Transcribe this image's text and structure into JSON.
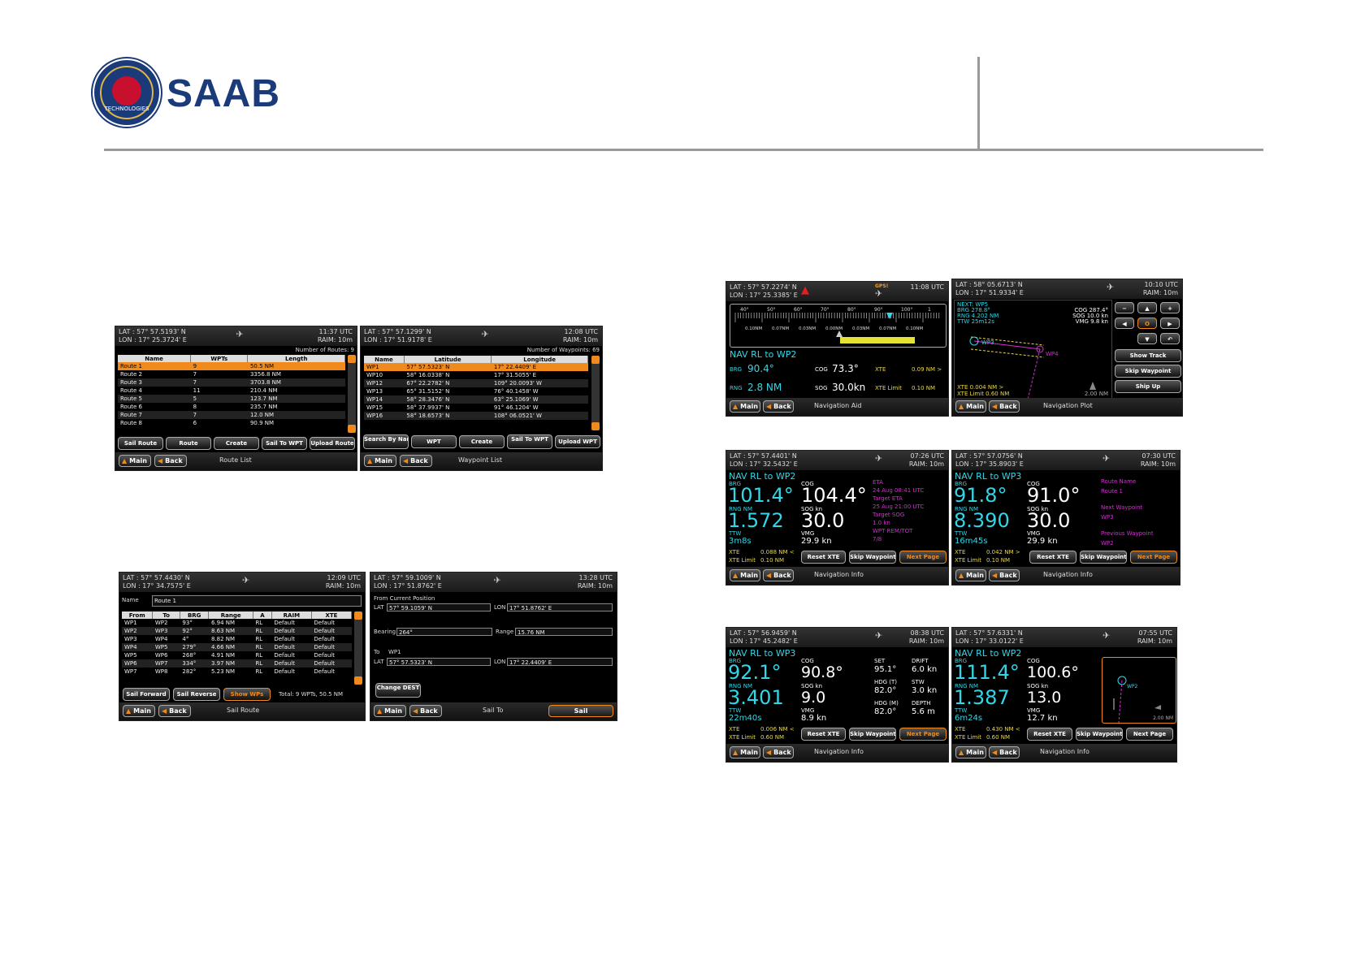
{
  "header": {
    "brand": "SAAB",
    "logo_text": "TECHNOLOGIES"
  },
  "screens": {
    "route_list": {
      "lat": "LAT : 57° 57.5193' N",
      "lon": "LON : 17° 25.3724' E",
      "time": "11:37 UTC",
      "raim": "RAIM: 10m",
      "count": "Number of Routes: 9",
      "columns": [
        "Name",
        "WPTs",
        "Length"
      ],
      "rows": [
        [
          "Route 1",
          "9",
          "50.5 NM"
        ],
        [
          "Route 2",
          "7",
          "3356.8 NM"
        ],
        [
          "Route 3",
          "7",
          "3703.8 NM"
        ],
        [
          "Route 4",
          "11",
          "210.4 NM"
        ],
        [
          "Route 5",
          "5",
          "123.7 NM"
        ],
        [
          "Route 6",
          "8",
          "235.7 NM"
        ],
        [
          "Route 7",
          "7",
          "12.0 NM"
        ],
        [
          "Route 8",
          "6",
          "90.9 NM"
        ]
      ],
      "buttons": [
        "Sail Route",
        "Route",
        "Create",
        "Sail To WPT",
        "Upload Route"
      ],
      "main": "Main",
      "back": "Back",
      "title": "Route List"
    },
    "waypoint_list": {
      "lat": "LAT : 57° 57.1299' N",
      "lon": "LON : 17° 51.9178' E",
      "time": "12:08 UTC",
      "raim": "RAIM: 10m",
      "count": "Number of Waypoints: 69",
      "columns": [
        "Name",
        "Latitude",
        "Longitude"
      ],
      "rows": [
        [
          "WP1",
          "57° 57.5323' N",
          "17° 22.4409' E"
        ],
        [
          "WP10",
          "58° 16.0338' N",
          "17° 31.5055' E"
        ],
        [
          "WP12",
          "67° 22.2782' N",
          "109° 20.0093' W"
        ],
        [
          "WP13",
          "65° 31.5152' N",
          "76° 40.1458' W"
        ],
        [
          "WP14",
          "58° 28.3476' N",
          "63° 25.1069' W"
        ],
        [
          "WP15",
          "58° 37.9937' N",
          "91° 46.1204' W"
        ],
        [
          "WP16",
          "58° 18.6573' N",
          "108° 06.0521' W"
        ]
      ],
      "buttons": [
        "Search By Name",
        "WPT",
        "Create",
        "Sail To WPT",
        "Upload WPT"
      ],
      "main": "Main",
      "back": "Back",
      "title": "Waypoint List"
    },
    "sail_route": {
      "lat": "LAT : 57° 57.4430' N",
      "lon": "LON : 17° 34.7575' E",
      "time": "12:09 UTC",
      "raim": "RAIM: 10m",
      "name_label": "Name",
      "name_value": "Route 1",
      "columns": [
        "From",
        "To",
        "BRG",
        "Range",
        "A",
        "RAIM",
        "XTE"
      ],
      "rows": [
        [
          "WP1",
          "WP2",
          "93°",
          "6.94 NM",
          "RL",
          "Default",
          "Default"
        ],
        [
          "WP2",
          "WP3",
          "92°",
          "8.63 NM",
          "RL",
          "Default",
          "Default"
        ],
        [
          "WP3",
          "WP4",
          "4°",
          "8.82 NM",
          "RL",
          "Default",
          "Default"
        ],
        [
          "WP4",
          "WP5",
          "279°",
          "4.66 NM",
          "RL",
          "Default",
          "Default"
        ],
        [
          "WP5",
          "WP6",
          "268°",
          "4.91 NM",
          "RL",
          "Default",
          "Default"
        ],
        [
          "WP6",
          "WP7",
          "334°",
          "3.97 NM",
          "RL",
          "Default",
          "Default"
        ],
        [
          "WP7",
          "WP8",
          "282°",
          "5.23 NM",
          "RL",
          "Default",
          "Default"
        ]
      ],
      "buttons": [
        "Sail Forward",
        "Sail Reverse",
        "Show WPs"
      ],
      "total": "Total: 9 WPTs, 50.5 NM",
      "main": "Main",
      "back": "Back",
      "title": "Sail Route"
    },
    "sail_to": {
      "lat": "LAT : 57° 59.1009' N",
      "lon": "LON : 17° 51.8762' E",
      "time": "13:28 UTC",
      "raim": "RAIM: 10m",
      "from_label": "From Current Position",
      "from_lat_label": "LAT",
      "from_lat": "57° 59.1059' N",
      "from_lon_label": "LON",
      "from_lon": "17° 51.8762' E",
      "bearing_label": "Bearing",
      "bearing": "264°",
      "range_label": "Range",
      "range": "15.76 NM",
      "to_label": "To",
      "to_wp": "WP1",
      "to_lat_label": "LAT",
      "to_lat": "57° 57.5323' N",
      "to_lon_label": "LON",
      "to_lon": "17° 22.4409' E",
      "change": "Change DEST",
      "main": "Main",
      "back": "Back",
      "title": "Sail To",
      "sail": "Sail"
    },
    "nav_aid": {
      "lat": "LAT : 57° 57.2274' N",
      "lon": "LON : 17° 25.3385' E",
      "time": "11:08 UTC",
      "gps": "GPS!",
      "scale": [
        "40°",
        "50°",
        "60°",
        "70°",
        "80°",
        "90°",
        "100°",
        "1"
      ],
      "xte_scale": [
        "0.10NM",
        "0.07NM",
        "0.03NM",
        "0.00NM",
        "0.03NM",
        "0.07NM",
        "0.10NM"
      ],
      "nav": "NAV RL to WP2",
      "brg_label": "BRG",
      "brg": "90.4°",
      "cog_label": "COG",
      "cog": "73.3°",
      "xte_label": "XTE",
      "xte": "0.09 NM >",
      "rng_label": "RNG",
      "rng": "2.8 NM",
      "sog_label": "SOG",
      "sog": "30.0kn",
      "xtel_label": "XTE Limit",
      "xtel": "0.10 NM",
      "main": "Main",
      "back": "Back",
      "title": "Navigation Aid"
    },
    "nav_plot": {
      "lat": "LAT : 58° 05.6713' N",
      "lon": "LON : 17° 51.9334' E",
      "time": "10:10 UTC",
      "raim": "RAIM: 10m",
      "next": "NEXT: WP5",
      "brg": "BRG 278.8°",
      "rng": "RNG 4.202 NM",
      "ttw": "TTW 25m12s",
      "cog": "COG 287.4°",
      "sog": "SOG 10.0 kn",
      "vmg": "VMG 9.8 kn",
      "wp3": "WP3",
      "wp4": "WP4",
      "xte": "XTE 0.004 NM >",
      "xtel": "XTE Limit 0.60 NM",
      "scale": "2.00 NM",
      "pad_center": "O",
      "buttons": [
        "Show Track",
        "Skip Waypoint",
        "Ship Up"
      ],
      "main": "Main",
      "back": "Back",
      "title": "Navigation Plot"
    },
    "info1": {
      "lat": "LAT : 57° 57.4401' N",
      "lon": "LON : 17° 32.5432' E",
      "time": "07:26 UTC",
      "raim": "RAIM: 10m",
      "nav": "NAV RL to WP2",
      "brg_label": "BRG",
      "brg": "101.4°",
      "cog_label": "COG",
      "cog": "104.4°",
      "rng_label": "RNG NM",
      "rng": "1.572",
      "sog_label": "SOG kn",
      "sog": "30.0",
      "ttw_label": "TTW",
      "ttw": "3m8s",
      "vmg_label": "VMG",
      "vmg": "29.9 kn",
      "right": [
        "ETA",
        "24 Aug 08:41 UTC",
        "Target ETA",
        "25 Aug 21:00 UTC",
        "Target SOG",
        "1.0 kn",
        "WPT REM/TOT",
        "7/8"
      ],
      "xte_label": "XTE",
      "xte": "0.088 NM <",
      "xtel_label": "XTE Limit",
      "xtel": "0.10 NM",
      "buttons": [
        "Reset XTE",
        "Skip Waypoint",
        "Next Page"
      ],
      "main": "Main",
      "back": "Back",
      "title": "Navigation Info"
    },
    "info2": {
      "lat": "LAT : 57° 57.0756' N",
      "lon": "LON : 17° 35.8903' E",
      "time": "07:30 UTC",
      "raim": "RAIM: 10m",
      "nav": "NAV RL to WP3",
      "brg_label": "BRG",
      "brg": "91.8°",
      "cog_label": "COG",
      "cog": "91.0°",
      "rng_label": "RNG NM",
      "rng": "8.390",
      "sog_label": "SOG kn",
      "sog": "30.0",
      "ttw_label": "TTW",
      "ttw": "16m45s",
      "vmg_label": "VMG",
      "vmg": "29.9 kn",
      "right": [
        "Route Name",
        "Route 1",
        "Next Waypoint",
        "WP3",
        "Previous Waypoint",
        "WP2"
      ],
      "xte_label": "XTE",
      "xte": "0.042 NM >",
      "xtel_label": "XTE Limit",
      "xtel": "0.10 NM",
      "buttons": [
        "Reset XTE",
        "Skip Waypoint",
        "Next Page"
      ],
      "main": "Main",
      "back": "Back",
      "title": "Navigation Info"
    },
    "info3": {
      "lat": "LAT : 57° 56.9459' N",
      "lon": "LON : 17° 45.2482' E",
      "time": "08:38 UTC",
      "raim": "RAIM: 10m",
      "nav": "NAV RL to WP3",
      "brg_label": "BRG",
      "brg": "92.1°",
      "cog_label": "COG",
      "cog": "90.8°",
      "rng_label": "RNG NM",
      "rng": "3.401",
      "sog_label": "SOG kn",
      "sog": "9.0",
      "ttw_label": "TTW",
      "ttw": "22m40s",
      "vmg_label": "VMG",
      "vmg": "8.9 kn",
      "set_label": "SET",
      "set": "95.1°",
      "drift_label": "DRIFT",
      "drift": "6.0 kn",
      "hdgt_label": "HDG (T)",
      "hdgt": "82.0°",
      "stw_label": "STW",
      "stw": "3.0 kn",
      "hdgm_label": "HDG (M)",
      "hdgm": "82.0°",
      "depth_label": "DEPTH",
      "depth": "5.6 m",
      "xte_label": "XTE",
      "xte": "0.006 NM <",
      "xtel_label": "XTE Limit",
      "xtel": "0.60 NM",
      "buttons": [
        "Reset XTE",
        "Skip Waypoint",
        "Next Page"
      ],
      "main": "Main",
      "back": "Back",
      "title": "Navigation Info"
    },
    "info4": {
      "lat": "LAT : 57° 57.6331' N",
      "lon": "LON : 17° 33.0122' E",
      "time": "07:55 UTC",
      "raim": "RAIM: 10m",
      "nav": "NAV RL to WP2",
      "brg_label": "BRG",
      "brg": "111.4°",
      "cog_label": "COG",
      "cog": "100.6°",
      "rng_label": "RNG NM",
      "rng": "1.387",
      "sog_label": "SOG kn",
      "sog": "13.0",
      "ttw_label": "TTW",
      "ttw": "6m24s",
      "vmg_label": "VMG",
      "vmg": "12.7 kn",
      "wp": "WP2",
      "scale": "2.00 NM",
      "xte_label": "XTE",
      "xte": "0.430 NM <",
      "xtel_label": "XTE Limit",
      "xtel": "0.60 NM",
      "buttons": [
        "Reset XTE",
        "Skip Waypoint",
        "Next Page"
      ],
      "main": "Main",
      "back": "Back",
      "title": "Navigation Info"
    }
  }
}
